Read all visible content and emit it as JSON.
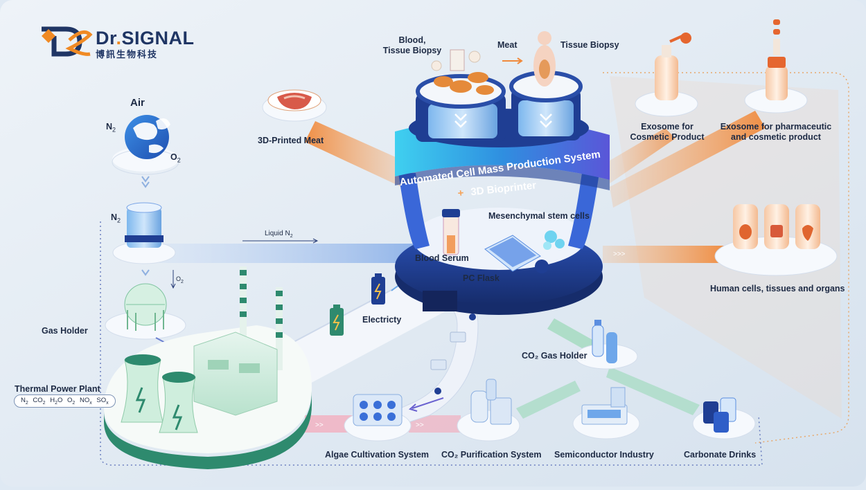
{
  "brand": {
    "name": "Dr.SIGNAL",
    "name_parts": [
      "Dr",
      ".",
      "SIGNAL"
    ],
    "chinese_name": "博訊生物科技",
    "colors": {
      "blue": "#1f3564",
      "orange": "#f08a24"
    }
  },
  "system": {
    "title": "Automated Cell Mass Production System",
    "subtitle_plus": "+",
    "subtitle": "3D Bioprinter"
  },
  "inputs": {
    "air": "Air",
    "n2_left": "N2",
    "o2_right": "O2",
    "tank_n2": "N2",
    "o2_flow": "O2",
    "liquid_n2": "Liquid N2",
    "gas_holder": "Gas Holder",
    "thermal_plant": "Thermal Power Plant",
    "emissions": [
      "N2",
      "CO2",
      "H2O",
      "O2",
      "NOx",
      "SOx"
    ],
    "electricity": "Electricty"
  },
  "sources": {
    "blood_biopsy_line1": "Blood,",
    "blood_biopsy_line2": "Tissue Biopsy",
    "meat": "Meat",
    "tissue_biopsy": "Tissue Biopsy"
  },
  "core": {
    "mesenchymal": "Mesenchymal stem cells",
    "blood_serum": "Blood Serum",
    "pc_flask": "PC Flask"
  },
  "outputs": {
    "printed_meat": "3D-Printed Meat",
    "exosome_cosmetic_line1": "Exosome for",
    "exosome_cosmetic_line2": "Cosmetic Product",
    "exosome_pharma_line1": "Exosome for pharmaceutic",
    "exosome_pharma_line2": "and cosmetic product",
    "human_cells": "Human cells, tissues and organs"
  },
  "co2_chain": {
    "co2_gas_holder": "CO₂ Gas Holder",
    "algae": "Algae Cultivation System",
    "co2_purification": "CO₂ Purification System",
    "semiconductor": "Semiconductor Industry",
    "carbonate_drinks": "Carbonate Drinks"
  },
  "colors": {
    "orange_flow": "#f5a45c",
    "blue_flow": "#8fb4ea",
    "green_flow": "#8fd6ad",
    "pink_flow": "#f29bb0",
    "platform_blue": "#1f3e93",
    "cyan_band": "#38b7ea",
    "plant_green": "#2e8a6e"
  }
}
